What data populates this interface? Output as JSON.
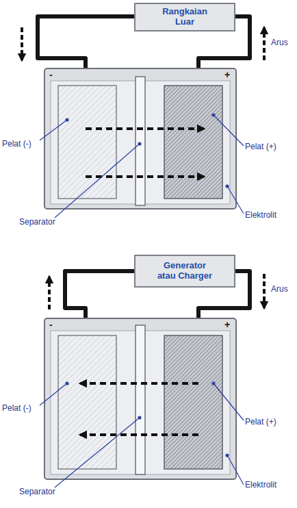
{
  "diagram": {
    "nodes": [
      {
        "text": [
          "Rangkaian Luar"
        ]
      },
      {
        "text": [
          "Generator atau Charger"
        ]
      }
    ],
    "edges": [],
    "labels": [
      "Arus",
      "-",
      "+",
      "Pelat (-)",
      "Pelat (+)",
      "Separator",
      "Elektrolit",
      "Arus",
      "-",
      "+",
      "Pelat (-)",
      "Pelat (+)",
      "Separator",
      "Elektrolit"
    ]
  }
}
